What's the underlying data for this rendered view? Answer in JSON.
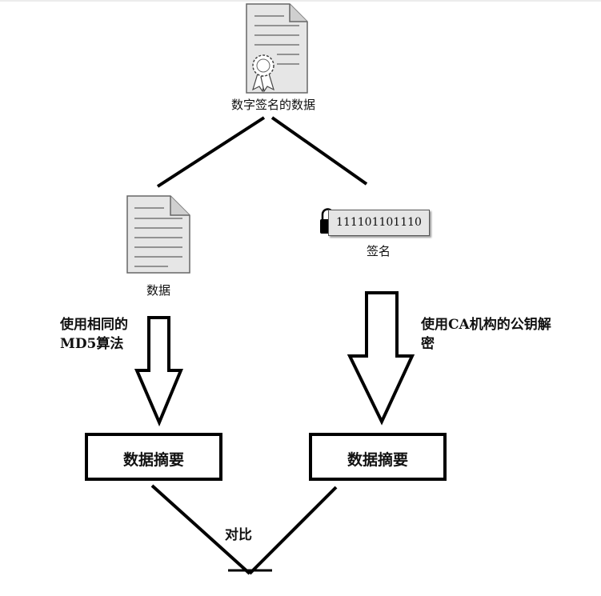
{
  "nodes": {
    "signed_data_label": "数字签名的数据",
    "data_label": "数据",
    "signature_label": "签名",
    "signature_bits": "111101101110",
    "left_arrow_label_line1": "使用相同的",
    "left_arrow_label_line2": "MD5算法",
    "right_arrow_label_line1": "使用CA机构的公钥解",
    "right_arrow_label_line2": "密",
    "left_digest_label": "数据摘要",
    "right_digest_label": "数据摘要",
    "compare_label": "对比"
  },
  "colors": {
    "stroke": "#000000",
    "doc_fill": "#e6e6e6",
    "doc_line": "#555555"
  },
  "icons": {
    "signed_document": "certificate-document-icon",
    "plain_document": "document-icon",
    "lock": "padlock-icon"
  }
}
